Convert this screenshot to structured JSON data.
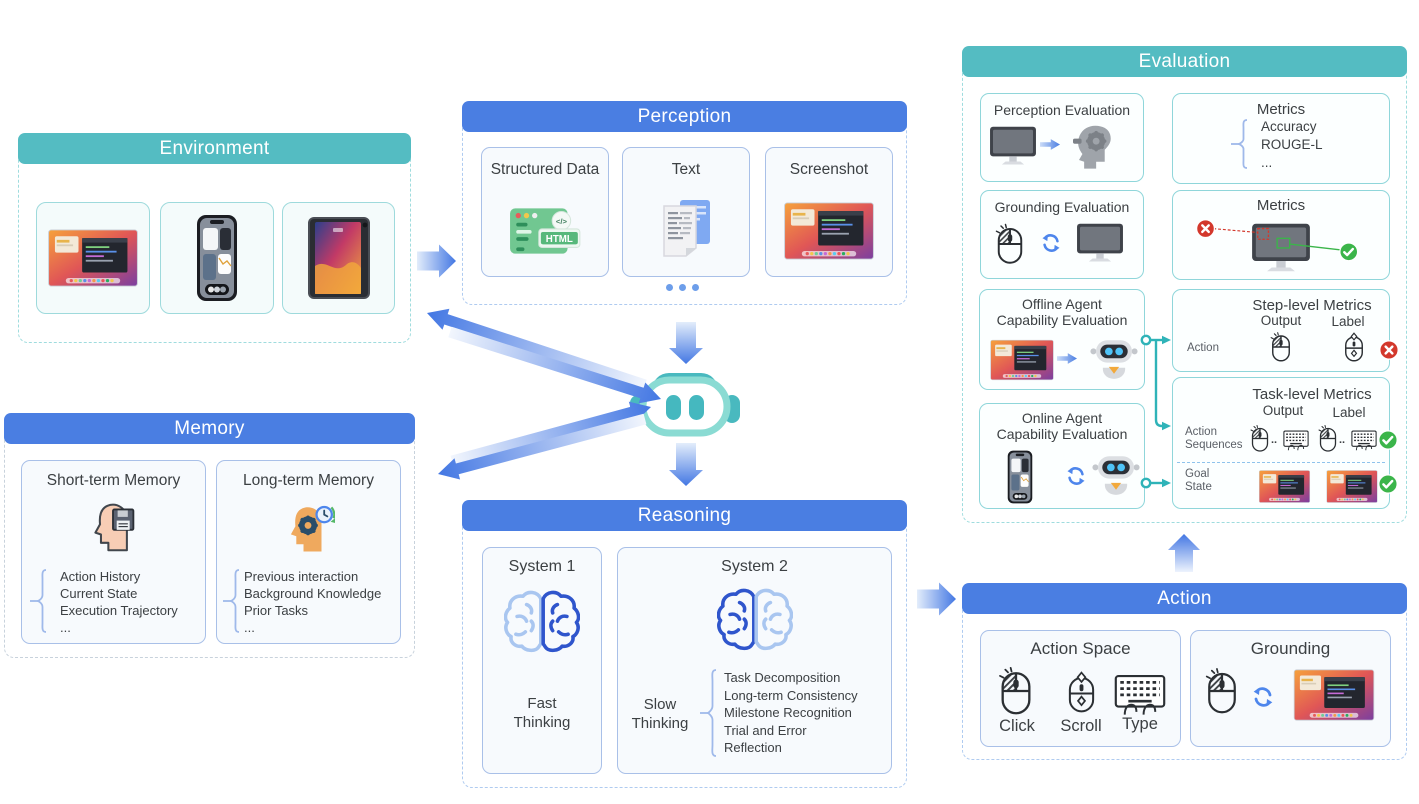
{
  "colors": {
    "teal_header": "#54BCC2",
    "blue_header": "#4A7EE2",
    "teal_connector": "#2FB3B8",
    "arrow_blue": "#4377E3",
    "red_badge": "#D3382C",
    "green_badge": "#3BB54A"
  },
  "environment": {
    "title": "Environment",
    "devices": [
      {
        "icon": "desktop-screenshot-icon"
      },
      {
        "icon": "smartphone-icon"
      },
      {
        "icon": "tablet-icon"
      }
    ]
  },
  "perception": {
    "title": "Perception",
    "cards": [
      {
        "label": "Structured Data",
        "icon": "html-page-icon",
        "badge_text": "HTML",
        "code_glyph": "</>"
      },
      {
        "label": "Text",
        "icon": "text-documents-icon"
      },
      {
        "label": "Screenshot",
        "icon": "desktop-screenshot-icon"
      }
    ]
  },
  "memory": {
    "title": "Memory",
    "short_term": {
      "title": "Short-term Memory",
      "icon": "head-floppy-icon",
      "items": [
        "Action History",
        "Current State",
        "Execution Trajectory",
        "..."
      ]
    },
    "long_term": {
      "title": "Long-term Memory",
      "icon": "head-gear-clock-icon",
      "items": [
        "Previous interaction",
        "Background Knowledge",
        "Prior Tasks",
        "..."
      ]
    }
  },
  "reasoning": {
    "title": "Reasoning",
    "system1": {
      "title": "System 1",
      "icon": "brain-icon",
      "label_line1": "Fast",
      "label_line2": "Thinking"
    },
    "system2": {
      "title": "System 2",
      "icon": "brain-icon",
      "label_line1": "Slow",
      "label_line2": "Thinking",
      "items": [
        "Task Decomposition",
        "Long-term Consistency",
        "Milestone Recognition",
        "Trial and Error",
        "Reflection"
      ]
    }
  },
  "action": {
    "title": "Action",
    "action_space": {
      "title": "Action Space",
      "items": [
        {
          "label": "Click",
          "icon": "mouse-click-icon"
        },
        {
          "label": "Scroll",
          "icon": "mouse-scroll-icon"
        },
        {
          "label": "Type",
          "icon": "keyboard-icon"
        }
      ]
    },
    "grounding": {
      "title": "Grounding",
      "icons": [
        "mouse-click-icon",
        "refresh-icon",
        "desktop-screenshot-icon"
      ]
    }
  },
  "evaluation": {
    "title": "Evaluation",
    "perception_eval": {
      "title": "Perception Evaluation",
      "icons": [
        "monitor-icon",
        "arrow-right-icon",
        "head-gear-icon"
      ]
    },
    "metrics_text": {
      "title": "Metrics",
      "items": [
        "Accuracy",
        "ROUGE-L",
        "..."
      ]
    },
    "grounding_eval": {
      "title": "Grounding Evaluation",
      "icons": [
        "mouse-click-icon",
        "refresh-icon",
        "monitor-icon"
      ]
    },
    "metrics_visual": {
      "title": "Metrics",
      "icons": [
        "cross-badge-icon",
        "monitor-icon",
        "check-badge-icon"
      ]
    },
    "offline_agent": {
      "title_line1": "Offline Agent",
      "title_line2": "Capability Evaluation",
      "icons": [
        "desktop-screenshot-icon",
        "arrow-right-icon",
        "robot-icon"
      ]
    },
    "online_agent": {
      "title_line1": "Online Agent",
      "title_line2": "Capability Evaluation",
      "icons": [
        "smartphone-icon",
        "refresh-icon",
        "robot-icon"
      ]
    },
    "step_level": {
      "title": "Step-level Metrics",
      "col_output": "Output",
      "col_label": "Label",
      "rows": [
        {
          "label": "Action",
          "result": "fail"
        }
      ]
    },
    "task_level": {
      "title": "Task-level Metrics",
      "col_output": "Output",
      "col_label": "Label",
      "ellipsis": "..",
      "rows": [
        {
          "label_line1": "Action",
          "label_line2": "Sequences",
          "result": "pass"
        },
        {
          "label_line1": "Goal",
          "label_line2": "State",
          "result": "pass"
        }
      ]
    }
  }
}
